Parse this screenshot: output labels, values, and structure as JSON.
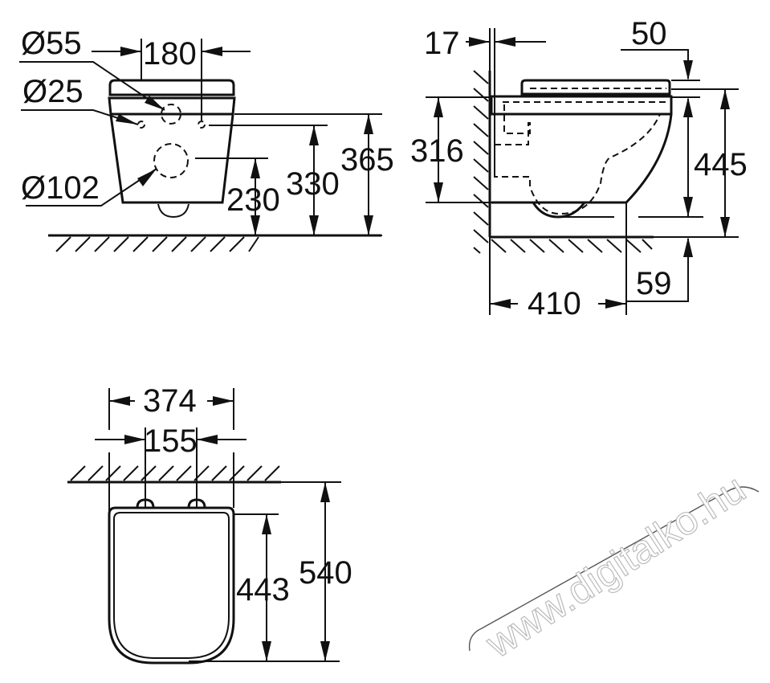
{
  "front_view": {
    "labels": {
      "d55": "Ø55",
      "d25": "Ø25",
      "d102": "Ø102",
      "w180": "180",
      "h230": "230",
      "h330": "330",
      "h365": "365"
    }
  },
  "side_view": {
    "labels": {
      "d17": "17",
      "d50": "50",
      "h316": "316",
      "h445": "445",
      "d410": "410",
      "d59": "59"
    }
  },
  "top_view": {
    "labels": {
      "w374": "374",
      "w155": "155",
      "h443": "443",
      "h540": "540"
    }
  },
  "watermark": {
    "text": "www.digitalko.hu"
  }
}
